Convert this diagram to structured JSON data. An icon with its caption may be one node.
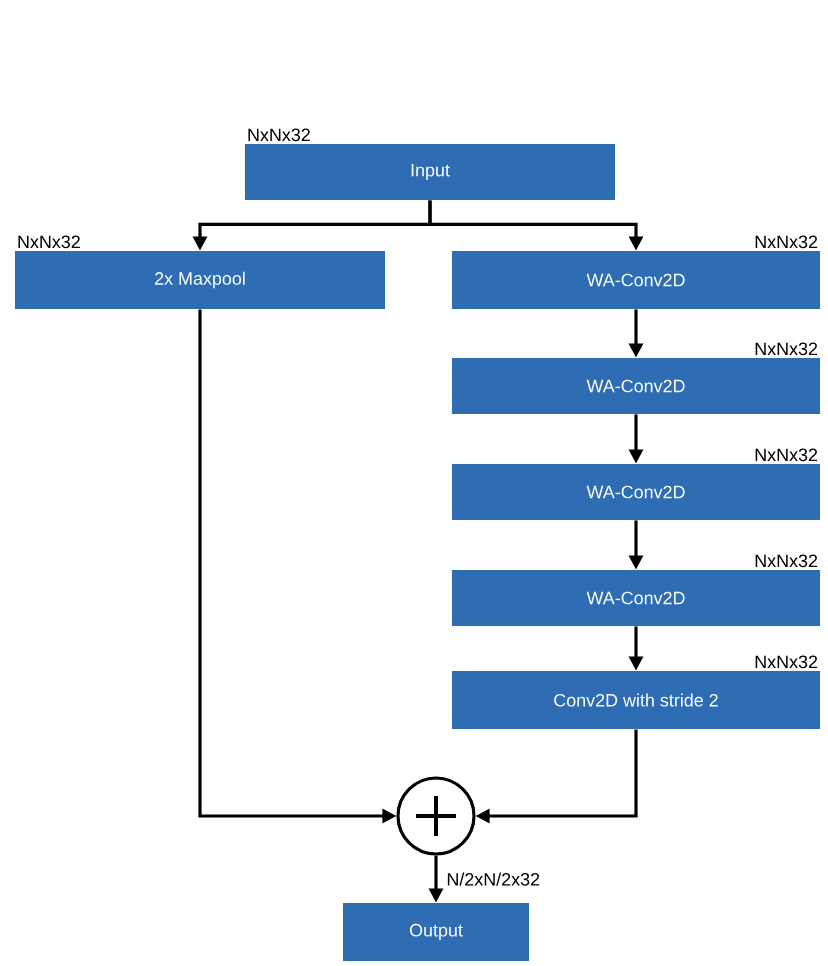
{
  "diagram": {
    "nodes": [
      {
        "text": [
          "Input"
        ],
        "beside": [
          "NxNx32"
        ]
      },
      {
        "text": [
          "2x Maxpool"
        ],
        "beside": [
          "NxNx32"
        ]
      },
      {
        "text": [
          "WA-Conv2D"
        ],
        "beside": [
          "NxNx32"
        ]
      },
      {
        "text": [
          "WA-Conv2D"
        ],
        "beside": [
          "NxNx32"
        ]
      },
      {
        "text": [
          "WA-Conv2D"
        ],
        "beside": [
          "NxNx32"
        ]
      },
      {
        "text": [
          "WA-Conv2D"
        ],
        "beside": [
          "NxNx32"
        ]
      },
      {
        "text": [
          "Conv2D with stride 2"
        ],
        "beside": [
          "NxNx32"
        ]
      },
      {
        "text": [],
        "shape": "circle"
      },
      {
        "text": [
          "Output"
        ]
      }
    ],
    "edges": [
      {
        "from": 0,
        "to": 1,
        "arrow": "to"
      },
      {
        "from": 0,
        "to": 2,
        "arrow": "to"
      },
      {
        "from": 2,
        "to": 3,
        "arrow": "to"
      },
      {
        "from": 3,
        "to": 4,
        "arrow": "to"
      },
      {
        "from": 4,
        "to": 5,
        "arrow": "to"
      },
      {
        "from": 5,
        "to": 6,
        "arrow": "to"
      },
      {
        "from": 1,
        "to": 7,
        "arrow": "to"
      },
      {
        "from": 6,
        "to": 7,
        "arrow": "to"
      },
      {
        "from": 7,
        "to": 8,
        "arrow": "to",
        "label": "N/2xN/2x32"
      }
    ]
  }
}
